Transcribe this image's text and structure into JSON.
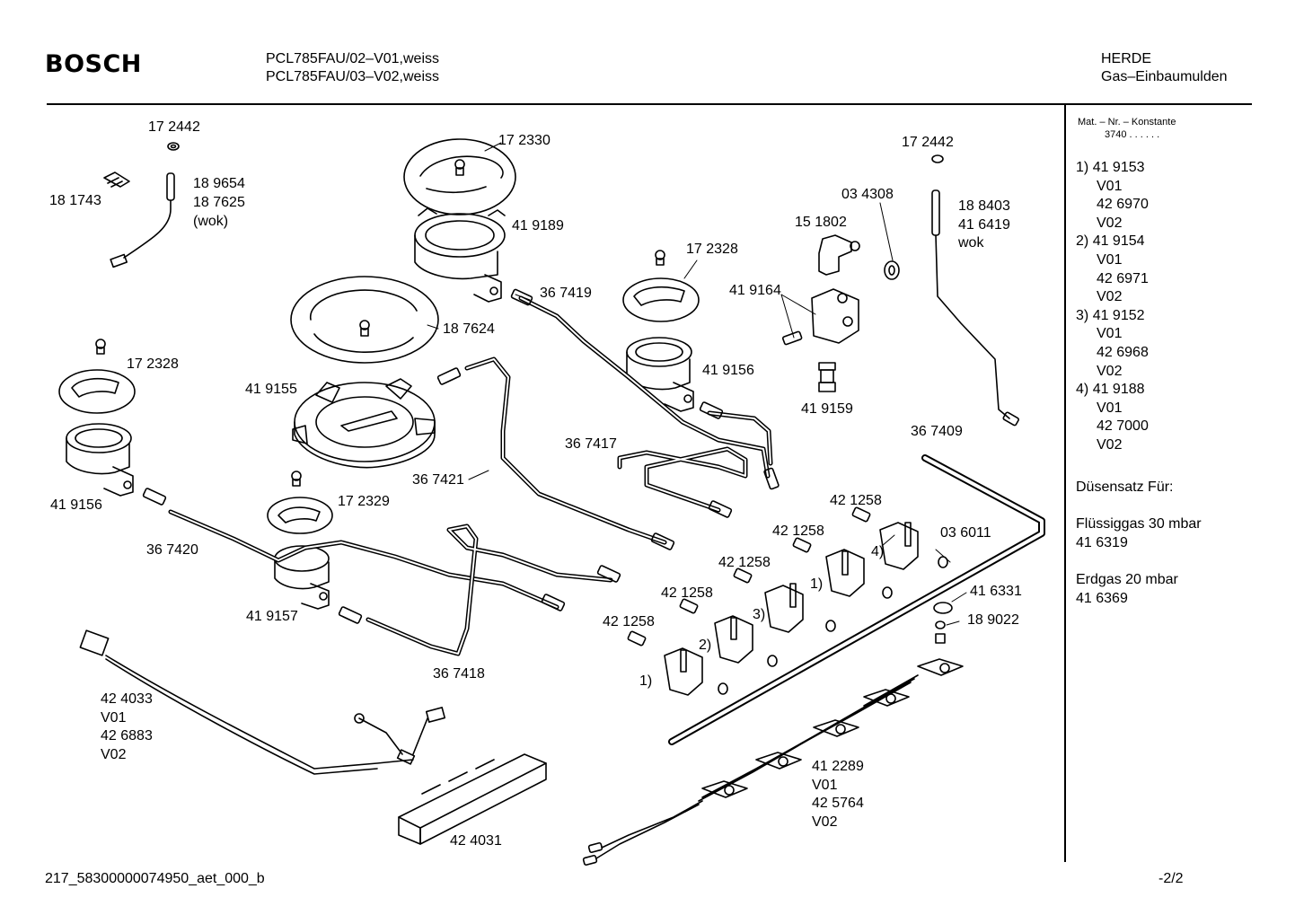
{
  "header": {
    "logo": "BOSCH",
    "model_line_1": "PCL785FAU/02–V01,weiss",
    "model_line_2": "PCL785FAU/03–V02,weiss",
    "category_line_1": "HERDE",
    "category_line_2": "Gas–Einbaumulden"
  },
  "footer": {
    "doc_id": "217_58300000074950_aet_000_b",
    "page": "-2/2"
  },
  "sidebar": {
    "mat_header": "Mat. – Nr. – Konstante",
    "mat_value": "3740  .  .  .  .  .  .",
    "variants": [
      {
        "num": "1)",
        "parts": [
          "41 9153",
          "V01",
          "42 6970",
          "V02"
        ]
      },
      {
        "num": "2)",
        "parts": [
          "41 9154",
          "V01",
          "42 6971",
          "V02"
        ]
      },
      {
        "num": "3)",
        "parts": [
          "41 9152",
          "V01",
          "42 6968",
          "V02"
        ]
      },
      {
        "num": "4)",
        "parts": [
          "41 9188",
          "V01",
          "42 7000",
          "V02"
        ]
      }
    ],
    "nozzle_title": "Düsensatz Für:",
    "lpg_label": "Flüssiggas 30 mbar",
    "lpg_part": "41 6319",
    "ng_label": "Erdgas 20 mbar",
    "ng_part": "41 6369"
  },
  "callouts": {
    "c_172442_a": "17 2442",
    "c_181743": "18 1743",
    "c_189654": "18 9654",
    "c_187625": "18 7625",
    "c_wok_a": "(wok)",
    "c_172330": "17 2330",
    "c_419189": "41 9189",
    "c_367419": "36 7419",
    "c_187624": "18 7624",
    "c_172328_a": "17 2328",
    "c_419155": "41 9155",
    "c_419156_a": "41 9156",
    "c_172329": "17 2329",
    "c_367421": "36 7421",
    "c_367420": "36 7420",
    "c_419157": "41 9157",
    "c_367418": "36 7418",
    "c_424033": "42 4033",
    "c_v01_a": "V01",
    "c_426883": "42 6883",
    "c_v02_a": "V02",
    "c_424031": "42 4031",
    "c_172328_b": "17 2328",
    "c_419164": "41 9164",
    "c_419156_b": "41 9156",
    "c_367417": "36 7417",
    "c_151802": "15 1802",
    "c_034308": "03 4308",
    "c_172442_b": "17 2442",
    "c_188403": "18 8403",
    "c_416419": "41 6419",
    "c_wok_b": "wok",
    "c_419159": "41 9159",
    "c_367409": "36 7409",
    "c_421258_a": "42 1258",
    "c_421258_b": "42 1258",
    "c_421258_c": "42 1258",
    "c_421258_d": "42 1258",
    "c_421258_e": "42 1258",
    "c_036011": "03 6011",
    "c_416331": "41 6331",
    "c_189022": "18 9022",
    "c_412289": "41 2289",
    "c_v01_b": "V01",
    "c_425764": "42 5764",
    "c_v02_b": "V02",
    "m_1a": "1)",
    "m_2": "2)",
    "m_3": "3)",
    "m_1b": "1)",
    "m_4": "4)"
  }
}
